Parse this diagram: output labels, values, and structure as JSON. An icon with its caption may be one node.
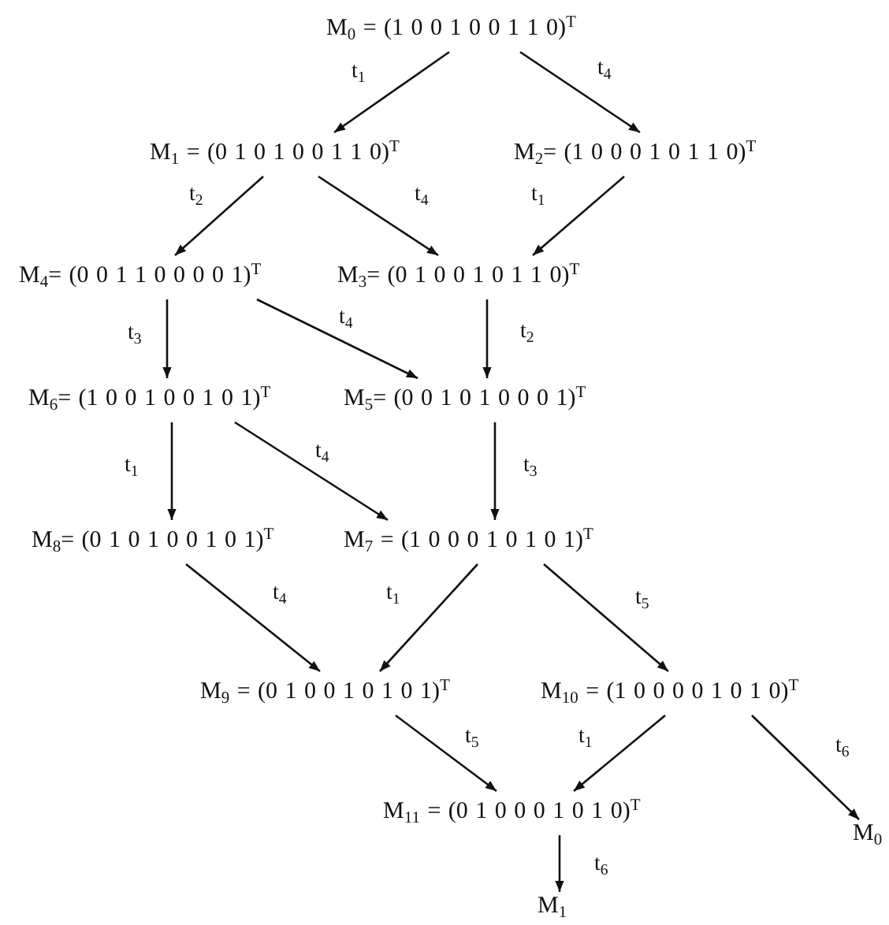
{
  "diagram": {
    "nodes": [
      {
        "text": [
          "M$_{0}$ = (1 0 0 1 0 0 1 1 0)$^{T}$"
        ]
      },
      {
        "text": [
          "M$_{1}$ = (0 1 0 1 0 0 1 1 0)$^{T}$"
        ]
      },
      {
        "text": [
          "M$_{2}$= (1 0 0 0 1 0 1 1 0)$^{T}$"
        ]
      },
      {
        "text": [
          "M$_{4}$= (0 0 1 1 0 0 0 0 1)$^{T}$"
        ]
      },
      {
        "text": [
          "M$_{3}$= (0 1 0 0 1 0 1 1 0)$^{T}$"
        ]
      },
      {
        "text": [
          "M$_{6}$= (1 0 0 1 0 0 1 0 1)$^{T}$"
        ]
      },
      {
        "text": [
          "M$_{5}$= (0 0 1 0 1 0 0 0 1)$^{T}$"
        ]
      },
      {
        "text": [
          "M$_{8}$= (0 1 0 1 0 0 1 0 1)$^{T}$"
        ]
      },
      {
        "text": [
          "M$_{7}$ = (1 0 0 0 1 0 1 0 1)$^{T}$"
        ]
      },
      {
        "text": [
          "M$_{9}$ = (0 1 0 0 1 0 1 0 1)$^{T}$"
        ]
      },
      {
        "text": [
          "M$_{10}$ = (1 0 0 0 0 1 0 1 0)$^{T}$"
        ]
      },
      {
        "text": [
          "M$_{11}$ = (0 1 0 0 0 1 0 1 0)$^{T}$"
        ]
      },
      {
        "text": [
          "M$_{0}$"
        ]
      },
      {
        "text": [
          "M$_{1}$"
        ]
      }
    ],
    "edges": [
      {
        "from": 0,
        "to": 1,
        "arrow": "to",
        "label": "t$_{1}$"
      },
      {
        "from": 0,
        "to": 2,
        "arrow": "to",
        "label": "t$_{4}$"
      },
      {
        "from": 1,
        "to": 3,
        "arrow": "to",
        "label": "t$_{2}$"
      },
      {
        "from": 1,
        "to": 4,
        "arrow": "to",
        "label": "t$_{4}$"
      },
      {
        "from": 2,
        "to": 4,
        "arrow": "to",
        "label": "t$_{1}$"
      },
      {
        "from": 3,
        "to": 5,
        "arrow": "to",
        "label": "t$_{3}$"
      },
      {
        "from": 3,
        "to": 6,
        "arrow": "to",
        "label": "t$_{4}$"
      },
      {
        "from": 4,
        "to": 6,
        "arrow": "to",
        "label": "t$_{2}$"
      },
      {
        "from": 5,
        "to": 7,
        "arrow": "to",
        "label": "t$_{1}$"
      },
      {
        "from": 5,
        "to": 8,
        "arrow": "to",
        "label": "t$_{4}$"
      },
      {
        "from": 6,
        "to": 8,
        "arrow": "to",
        "label": "t$_{3}$"
      },
      {
        "from": 7,
        "to": 9,
        "arrow": "to",
        "label": "t$_{4}$"
      },
      {
        "from": 8,
        "to": 9,
        "arrow": "to",
        "label": "t$_{1}$"
      },
      {
        "from": 8,
        "to": 10,
        "arrow": "to",
        "label": "t$_{5}$"
      },
      {
        "from": 9,
        "to": 11,
        "arrow": "to",
        "label": "t$_{5}$"
      },
      {
        "from": 10,
        "to": 11,
        "arrow": "to",
        "label": "t$_{1}$"
      },
      {
        "from": 10,
        "to": 12,
        "arrow": "to",
        "label": "t$_{6}$"
      },
      {
        "from": 11,
        "to": 13,
        "arrow": "to",
        "label": "t$_{6}$"
      }
    ]
  }
}
